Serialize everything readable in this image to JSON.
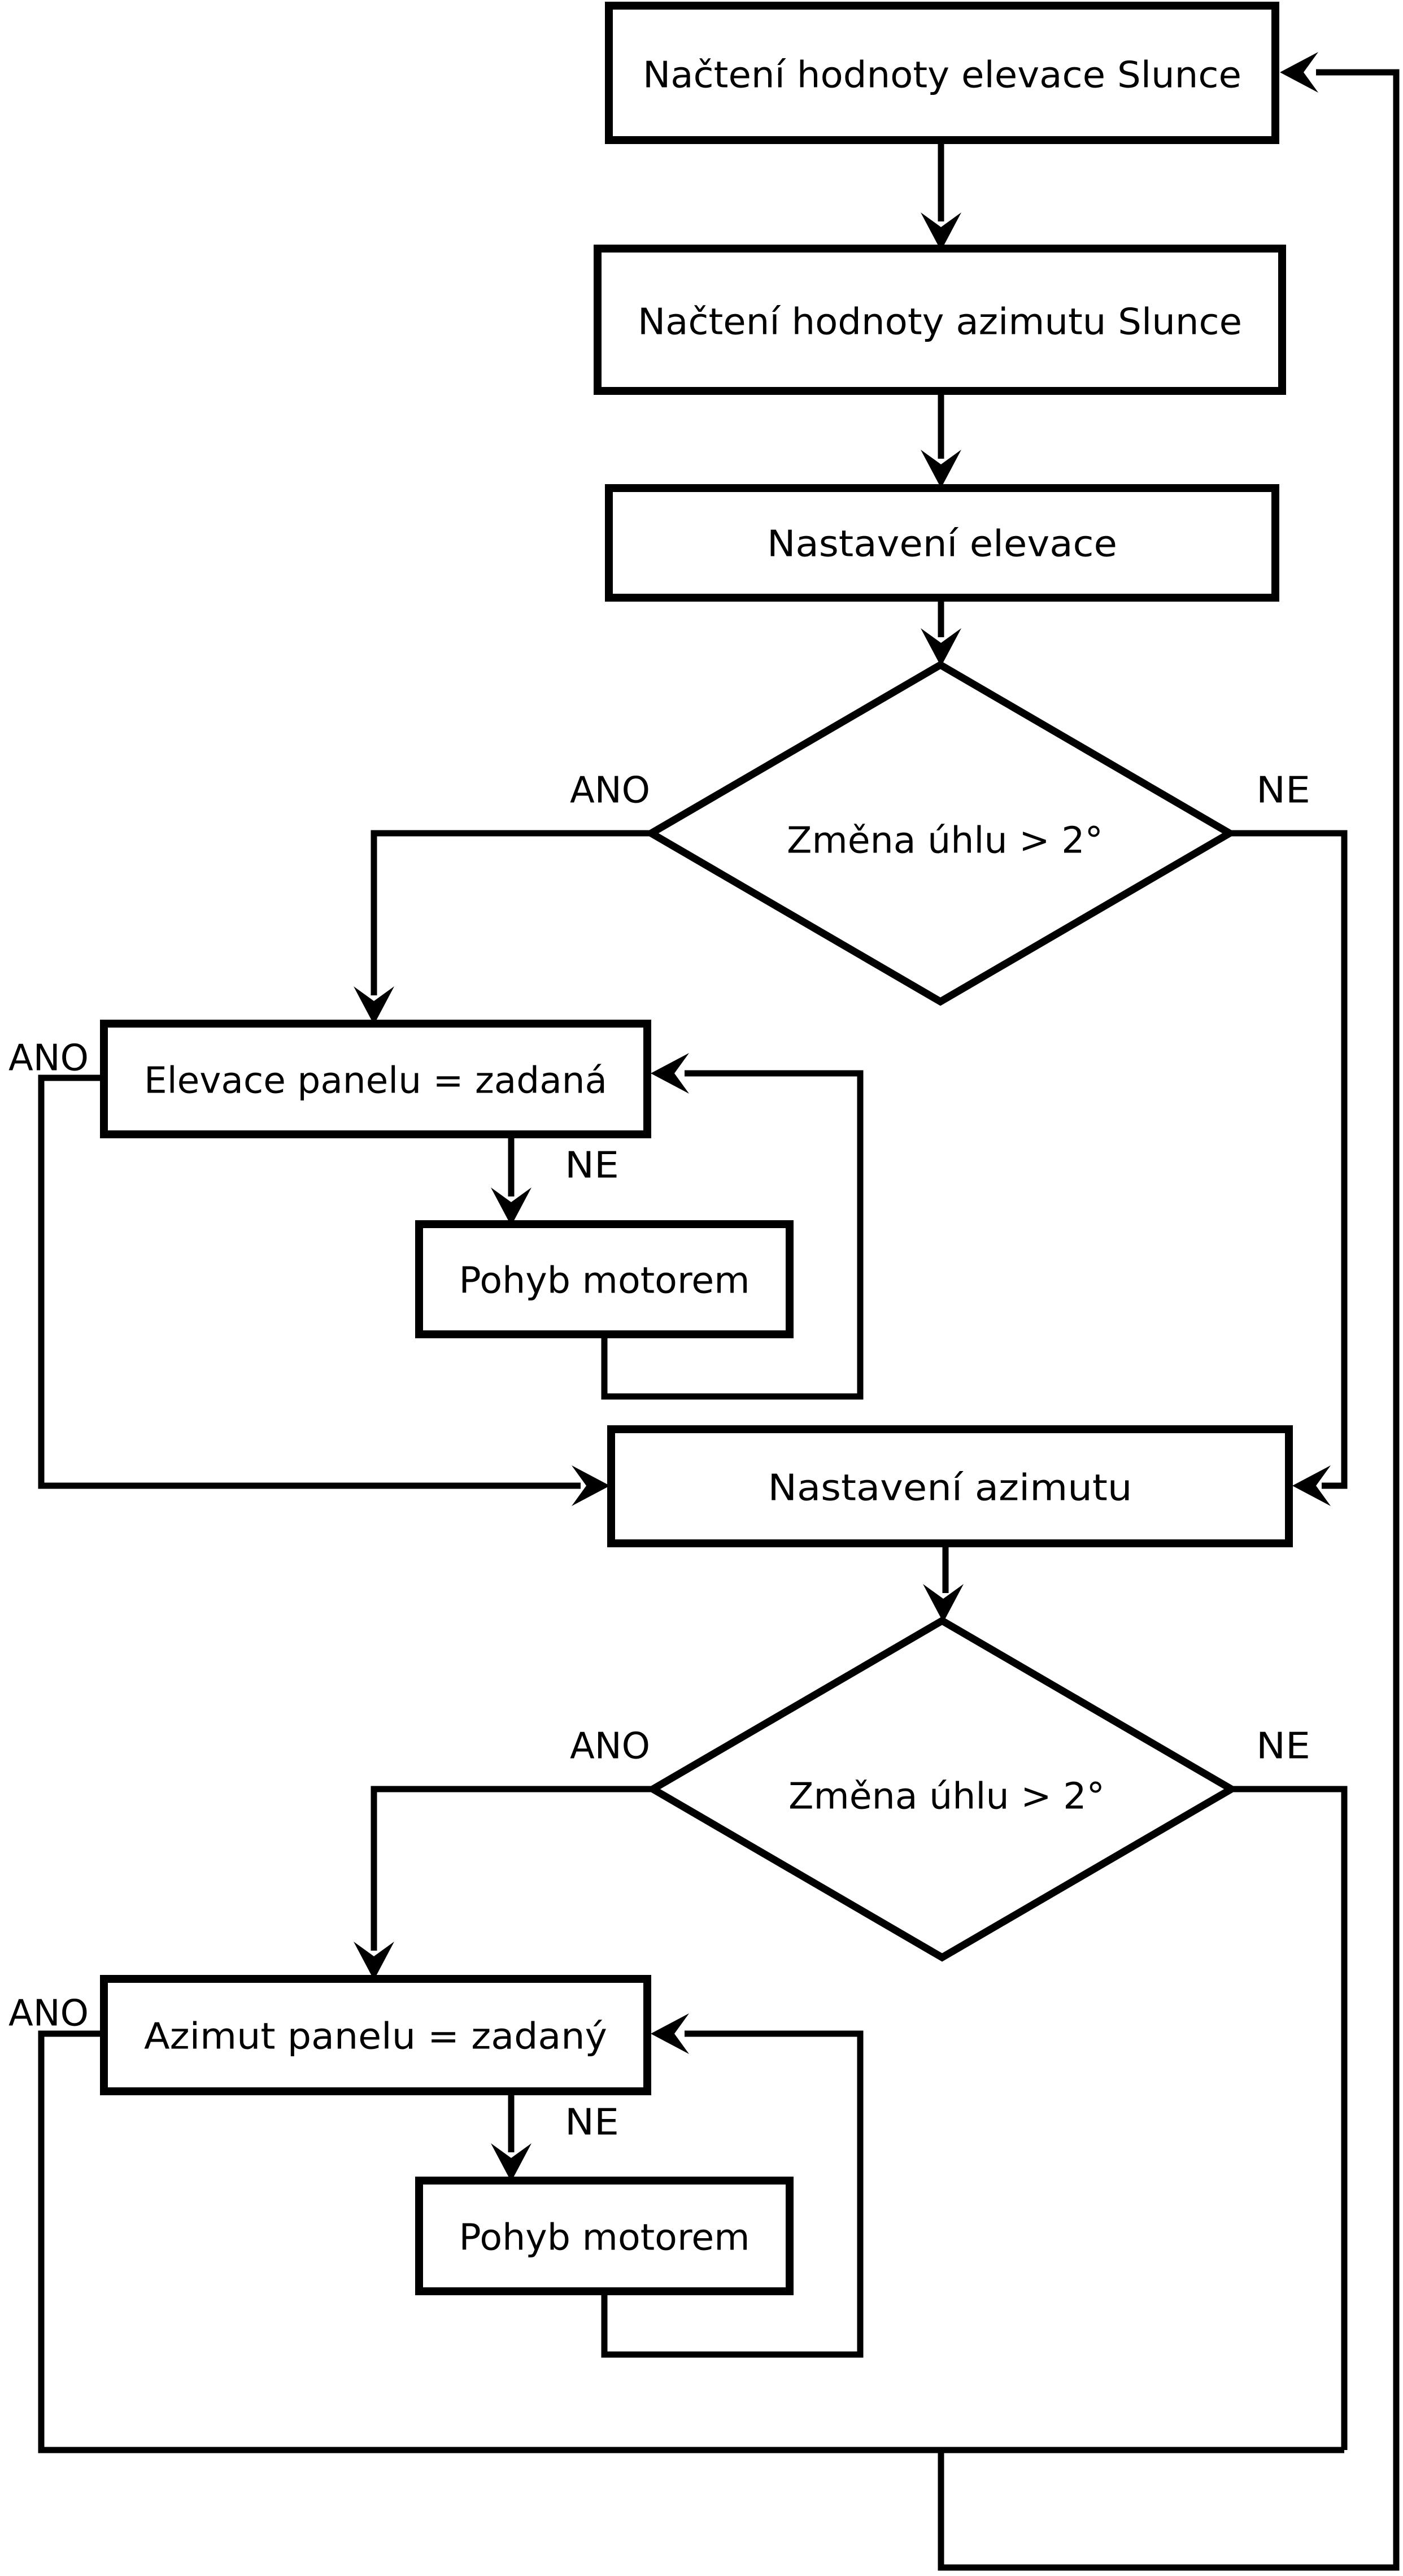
{
  "nodes": {
    "load_elevation": {
      "label": "Načtení hodnoty elevace Slunce"
    },
    "load_azimuth": {
      "label": "Načtení hodnoty azimutu Slunce"
    },
    "set_elevation": {
      "label": "Nastavení elevace"
    },
    "elevation_change": {
      "label": "Změna úhlu > 2°"
    },
    "elevation_equal": {
      "label": "Elevace panelu = zadaná"
    },
    "elevation_motor": {
      "label": "Pohyb motorem"
    },
    "set_azimuth": {
      "label": "Nastavení azimutu"
    },
    "azimuth_change": {
      "label": "Změna úhlu > 2°"
    },
    "azimuth_equal": {
      "label": "Azimut panelu = zadaný"
    },
    "azimuth_motor": {
      "label": "Pohyb motorem"
    }
  },
  "edge_labels": {
    "yes": "ANO",
    "no": "NE"
  },
  "colors": {
    "stroke": "#000000",
    "background": "#ffffff"
  }
}
